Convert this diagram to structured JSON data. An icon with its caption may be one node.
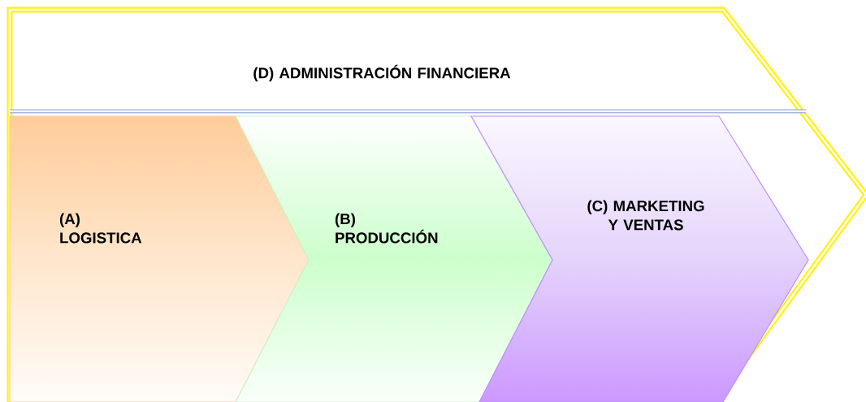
{
  "diagram": {
    "nodes": [
      {
        "text": [
          "(D) ADMINISTRACIÓN FINANCIERA"
        ]
      },
      {
        "text": [
          "(A) LOGISTICA"
        ],
        "in": 0
      },
      {
        "text": [
          "(B) PRODUCCIÓN"
        ],
        "in": 0
      },
      {
        "text": [
          "(C) MARKETING Y VENTAS"
        ],
        "in": 0
      }
    ]
  }
}
